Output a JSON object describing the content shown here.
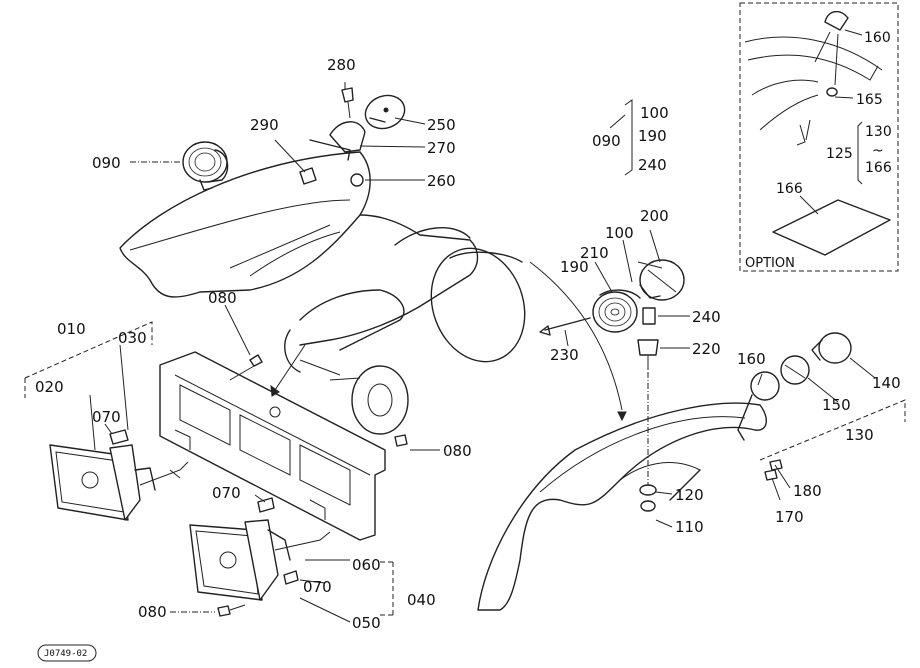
{
  "labels": {
    "p280": "280",
    "p250": "250",
    "p270": "270",
    "p260": "260",
    "p290": "290",
    "p090_lamp": "090",
    "p100_grp": "100",
    "p190_grp": "190",
    "p240_grp": "240",
    "p090_grp": "090",
    "p200": "200",
    "p100": "100",
    "p210": "210",
    "p190": "190",
    "p240": "240",
    "p230": "230",
    "p220": "220",
    "p080_a": "080",
    "p010": "010",
    "p030": "030",
    "p020": "020",
    "p070_a": "070",
    "p080_b": "080",
    "p070_b": "070",
    "p060": "060",
    "p070_c": "070",
    "p040": "040",
    "p080_c": "080",
    "p050": "050",
    "p160": "160",
    "p150": "150",
    "p140": "140",
    "p130": "130",
    "p120": "120",
    "p110": "110",
    "p180": "180",
    "p170": "170",
    "opt160": "160",
    "opt165": "165",
    "opt130": "130",
    "opt125": "125",
    "opt166a": "166",
    "opt166": "166",
    "opt_title": "OPTION",
    "drawing_code": "J0749-02"
  }
}
